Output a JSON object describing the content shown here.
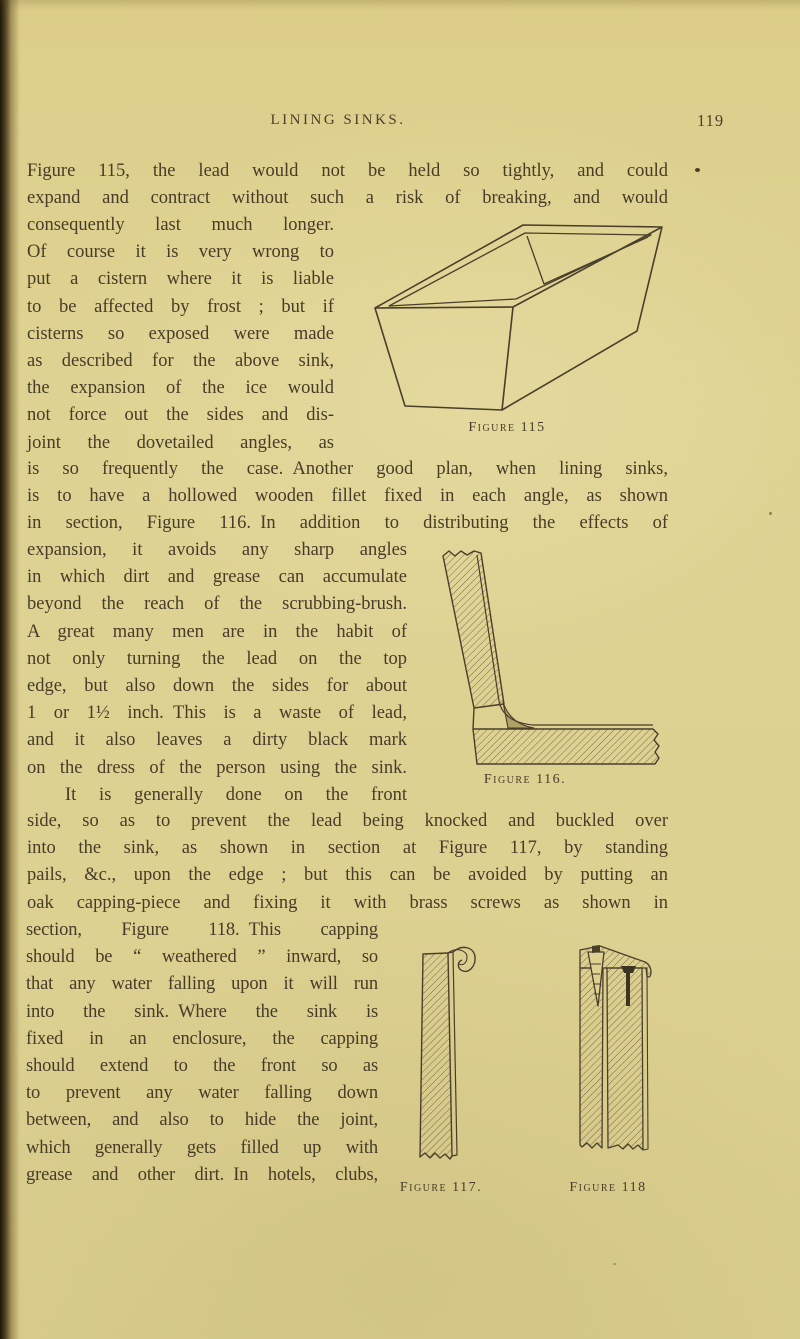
{
  "header": {
    "title": "LINING SINKS.",
    "page_number": "119"
  },
  "colors": {
    "paper": "#ddd192",
    "ink": "#463c28",
    "figure_line": "#493f2b",
    "fillet_shade": "#b0a167"
  },
  "paragraph1": {
    "lines": [
      "Figure 115, the lead would not be held so tightly, and could",
      "expand and contract without such a risk of breaking, and would"
    ]
  },
  "column_beside_figure_115": {
    "lines": [
      "consequently last much longer.",
      "Of course it is very wrong to",
      "put a cistern where it is liable",
      "to be affected by frost ; but if",
      "cisterns so exposed were made",
      "as described for the above sink,",
      "the expansion of the ice would",
      "not force out the sides and dis-",
      "joint the dovetailed angles, as"
    ]
  },
  "paragraph2": {
    "lines": [
      "is so frequently the case. Another good plan, when lining sinks,",
      "is to have a hollowed wooden fillet fixed in each angle, as shown",
      "in section, Figure 116. In addition to distributing the effects of"
    ]
  },
  "column_beside_figure_116": {
    "lines": [
      "expansion, it avoids any sharp angles",
      "in which dirt and grease can accumulate",
      "beyond the reach of the scrubbing-brush.",
      "A great many men are in the habit of",
      "not only turning the lead on the top",
      "edge, but also down the sides for about",
      "1 or 1½ inch. This is a waste of lead,",
      "and it also leaves a dirty black mark",
      "on the dress of the person using the sink.",
      "It is generally done on the front"
    ]
  },
  "paragraph3": {
    "lines": [
      "side, so as to prevent the lead being knocked and buckled over",
      "into the sink, as shown in section at Figure 117, by standing",
      "pails, &c., upon the edge ; but this can be avoided by putting an",
      "oak capping-piece and fixing it with brass screws as shown in"
    ]
  },
  "column_beside_figures_117_118": {
    "lines": [
      "section, Figure 118. This capping",
      "should be “ weathered ” inward, so",
      "that any water falling upon it will run",
      "into the sink. Where the sink is",
      "fixed in an enclosure, the capping",
      "should extend to the front so as",
      "to prevent any water falling down",
      "between, and also to hide the joint,",
      "which generally gets filled up with",
      "grease and other dirt. In hotels, clubs,"
    ]
  },
  "figures": {
    "figure115": {
      "caption": "Figure 115",
      "alt": "perspective drawing of a tapered lead-lined sink"
    },
    "figure116": {
      "caption": "Figure 116.",
      "alt": "section of sink angle with hollowed wooden fillet"
    },
    "figure117": {
      "caption": "Figure 117.",
      "alt": "section of sink side with lead buckled over edge"
    },
    "figure118": {
      "caption": "Figure 118",
      "alt": "section of sink side with oak capping-piece and brass screws"
    }
  }
}
